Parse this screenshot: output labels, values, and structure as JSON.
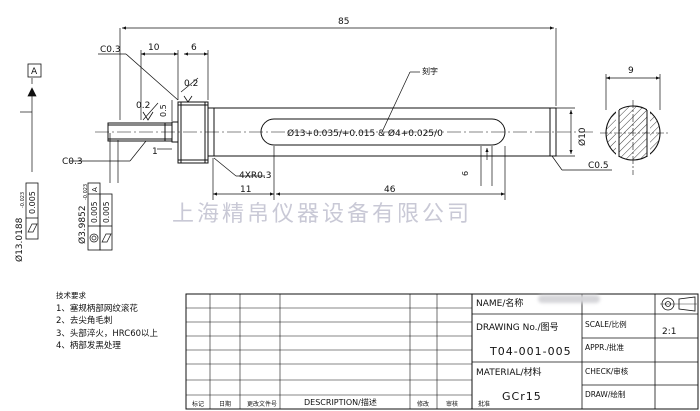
{
  "dimensions": {
    "overall_length": "85",
    "chamfer_left": "C0.3",
    "chamfer_mid": "C0.3",
    "chamfer_right": "C0.5",
    "dim_10": "10",
    "dim_6": "6",
    "dim_02a": "0.2",
    "dim_02b": "0.2",
    "dim_05": "0.5",
    "dim_1": "1",
    "dim_11": "11",
    "dim_46": "46",
    "slot_width": "6",
    "shaft_dia": "Ø10",
    "section_width": "9",
    "fillet": "4XR0.3",
    "slot_note": "Ø13+0.035/+0.015 & Ø4+0.025/0",
    "engrave_label": "刻字",
    "datum": "A",
    "dia_left": "Ø13.0188",
    "dia_left_tol": "-0.023",
    "dia_mid": "Ø3.9852",
    "dia_mid_tol": "-0.023"
  },
  "gdt": {
    "frame1": [
      "0.005"
    ],
    "frame2a": [
      "0.005",
      "A"
    ],
    "frame2b": [
      "0.005"
    ]
  },
  "watermark": "上海精帛仪器设备有限公司",
  "notes": {
    "title": "技术要求",
    "items": [
      "1、塞规柄部网纹滚花",
      "2、去尖角毛刺",
      "3、头部淬火，HRC60以上",
      "4、柄部发黑处理"
    ]
  },
  "title_block": {
    "name_label": "NAME/名称",
    "drawing_no_label": "DRAWING No./图号",
    "drawing_no": "T04-001-005",
    "material_label": "MATERIAL/材料",
    "material": "GCr15",
    "scale_label": "SCALE/比例",
    "scale": "2:1",
    "appr_label": "APPR./批准",
    "check_label": "CHECK/审核",
    "draw_label": "DRAW/绘制",
    "footer": [
      "标记",
      "日期",
      "更改文件号",
      "DESCRIPTION/描述",
      "修改",
      "审核",
      "批准"
    ]
  }
}
